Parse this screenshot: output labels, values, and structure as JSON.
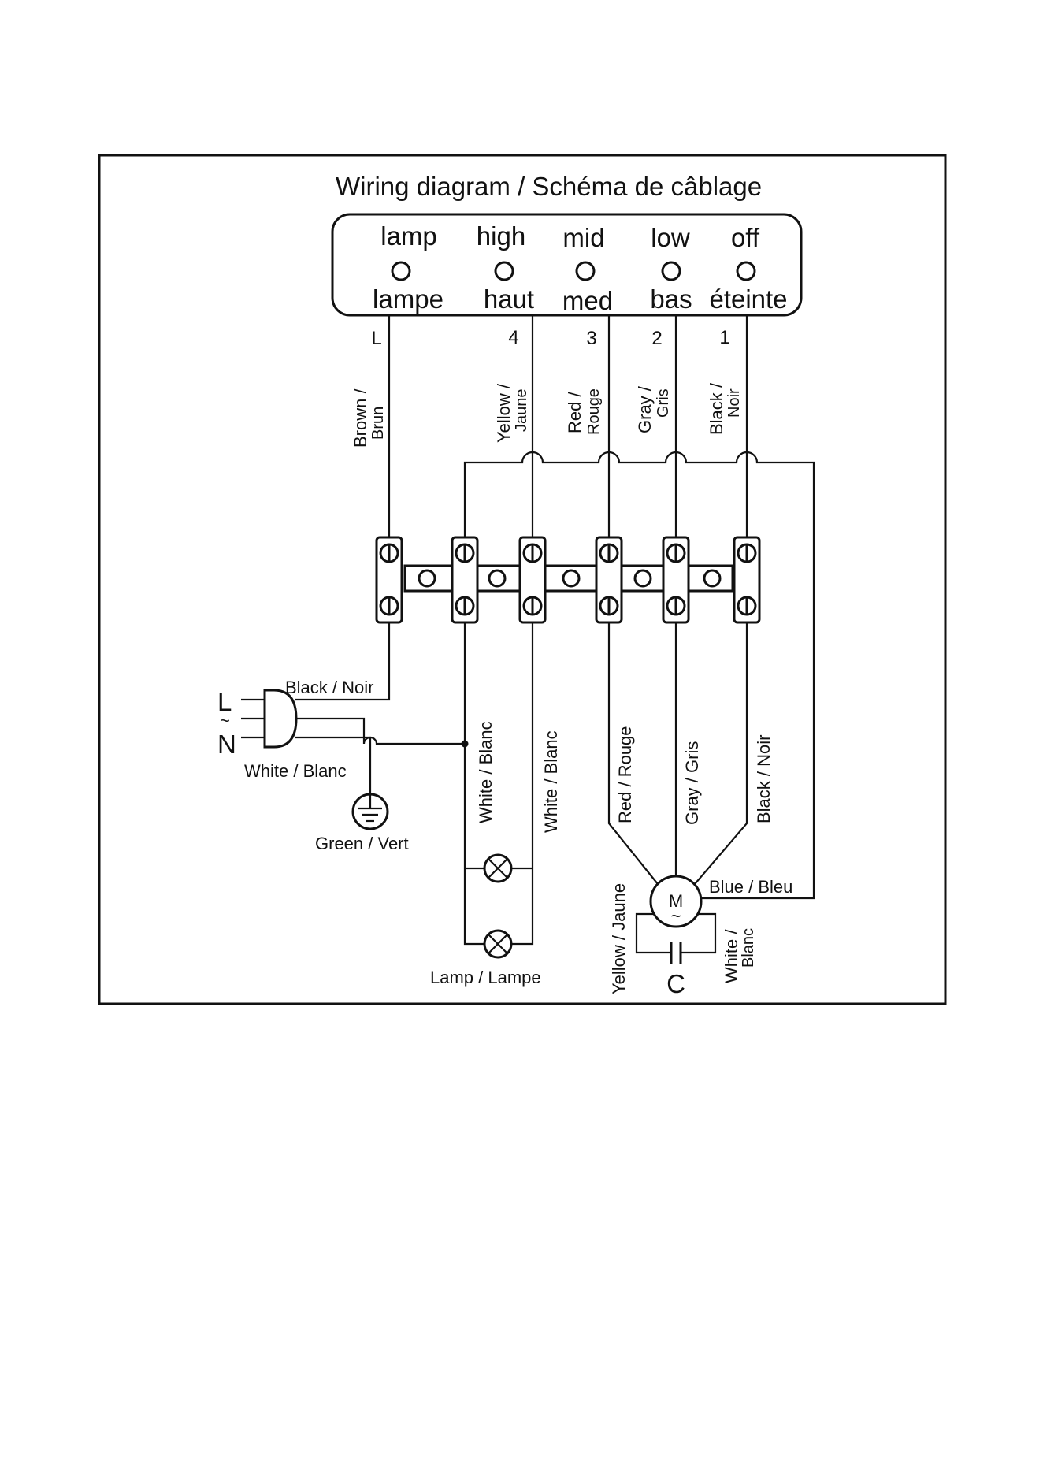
{
  "diagram": {
    "title": "Wiring diagram / Schéma de câblage",
    "switch_positions": [
      {
        "en": "lamp",
        "fr": "lampe"
      },
      {
        "en": "high",
        "fr": "haut"
      },
      {
        "en": "mid",
        "fr": "med"
      },
      {
        "en": "low",
        "fr": "bas"
      },
      {
        "en": "off",
        "fr": "éteinte"
      }
    ],
    "terminal_numbers": [
      "L",
      "4",
      "3",
      "2",
      "1"
    ],
    "upper_wires": [
      {
        "line1": "Brown /",
        "line2": "Brun"
      },
      {
        "line1": "Yellow /",
        "line2": "Jaune"
      },
      {
        "line1": "Red /",
        "line2": "Rouge"
      },
      {
        "line1": "Gray /",
        "line2": "Gris"
      },
      {
        "line1": "Black /",
        "line2": "Noir"
      }
    ],
    "power": {
      "live": "L",
      "tilde": "~",
      "neutral": "N",
      "black_wire": "Black / Noir",
      "white_wire": "White / Blanc",
      "ground": "Green / Vert"
    },
    "lower_wires": [
      "White / Blanc",
      "White / Blanc",
      "Red / Rouge",
      "Gray / Gris",
      "Black / Noir"
    ],
    "lamp_label": "Lamp /  Lampe",
    "motor": {
      "symbol": "M",
      "ac": "~",
      "blue_wire": "Blue / Bleu",
      "yellow_wire": "Yellow / Jaune",
      "white_line1": "White /",
      "white_line2": "Blanc",
      "capacitor": "C"
    }
  }
}
